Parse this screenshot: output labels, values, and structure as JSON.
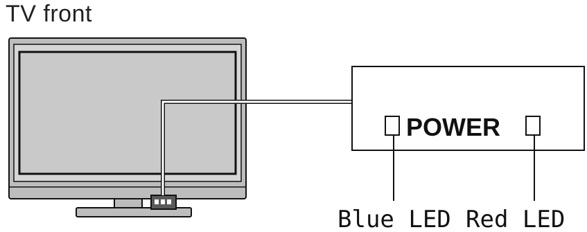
{
  "title": "TV front",
  "panel": {
    "power_label": "POWER"
  },
  "labels": {
    "blue_led": "Blue LED",
    "red_led": "Red LED"
  },
  "colors": {
    "tv_body": "#bdbdbd",
    "tv_screen": "#c9c9c9",
    "outline": "#111111",
    "background": "#ffffff"
  }
}
